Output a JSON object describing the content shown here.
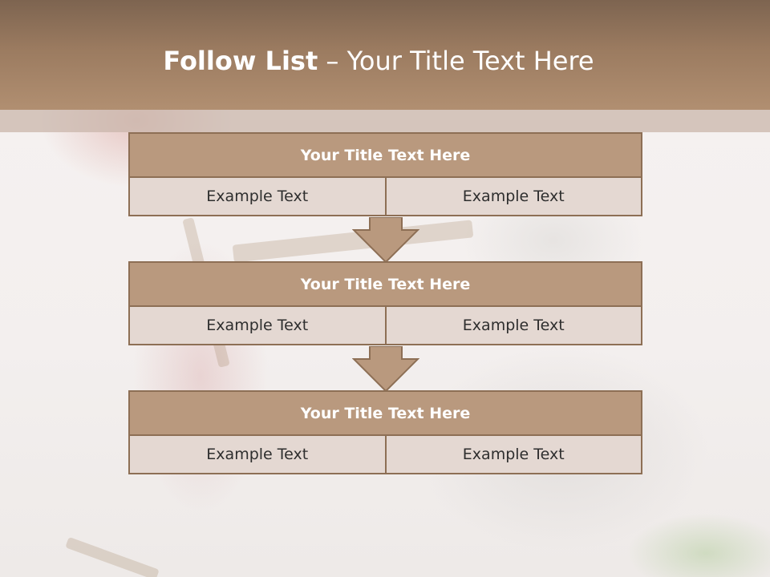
{
  "slide": {
    "title_bold": "Follow List",
    "title_rest": " – Your Title Text Here"
  },
  "colors": {
    "header": "#9b7b60",
    "box_head": "#b9997e",
    "box_cell": "#e4d8d2",
    "border": "#8d6f55"
  },
  "list": [
    {
      "heading": "Your Title Text Here",
      "left": "Example Text",
      "right": "Example Text"
    },
    {
      "heading": "Your Title Text Here",
      "left": "Example Text",
      "right": "Example Text"
    },
    {
      "heading": "Your Title Text Here",
      "left": "Example Text",
      "right": "Example Text"
    }
  ],
  "icons": [
    "down-arrow-icon",
    "down-arrow-icon"
  ]
}
